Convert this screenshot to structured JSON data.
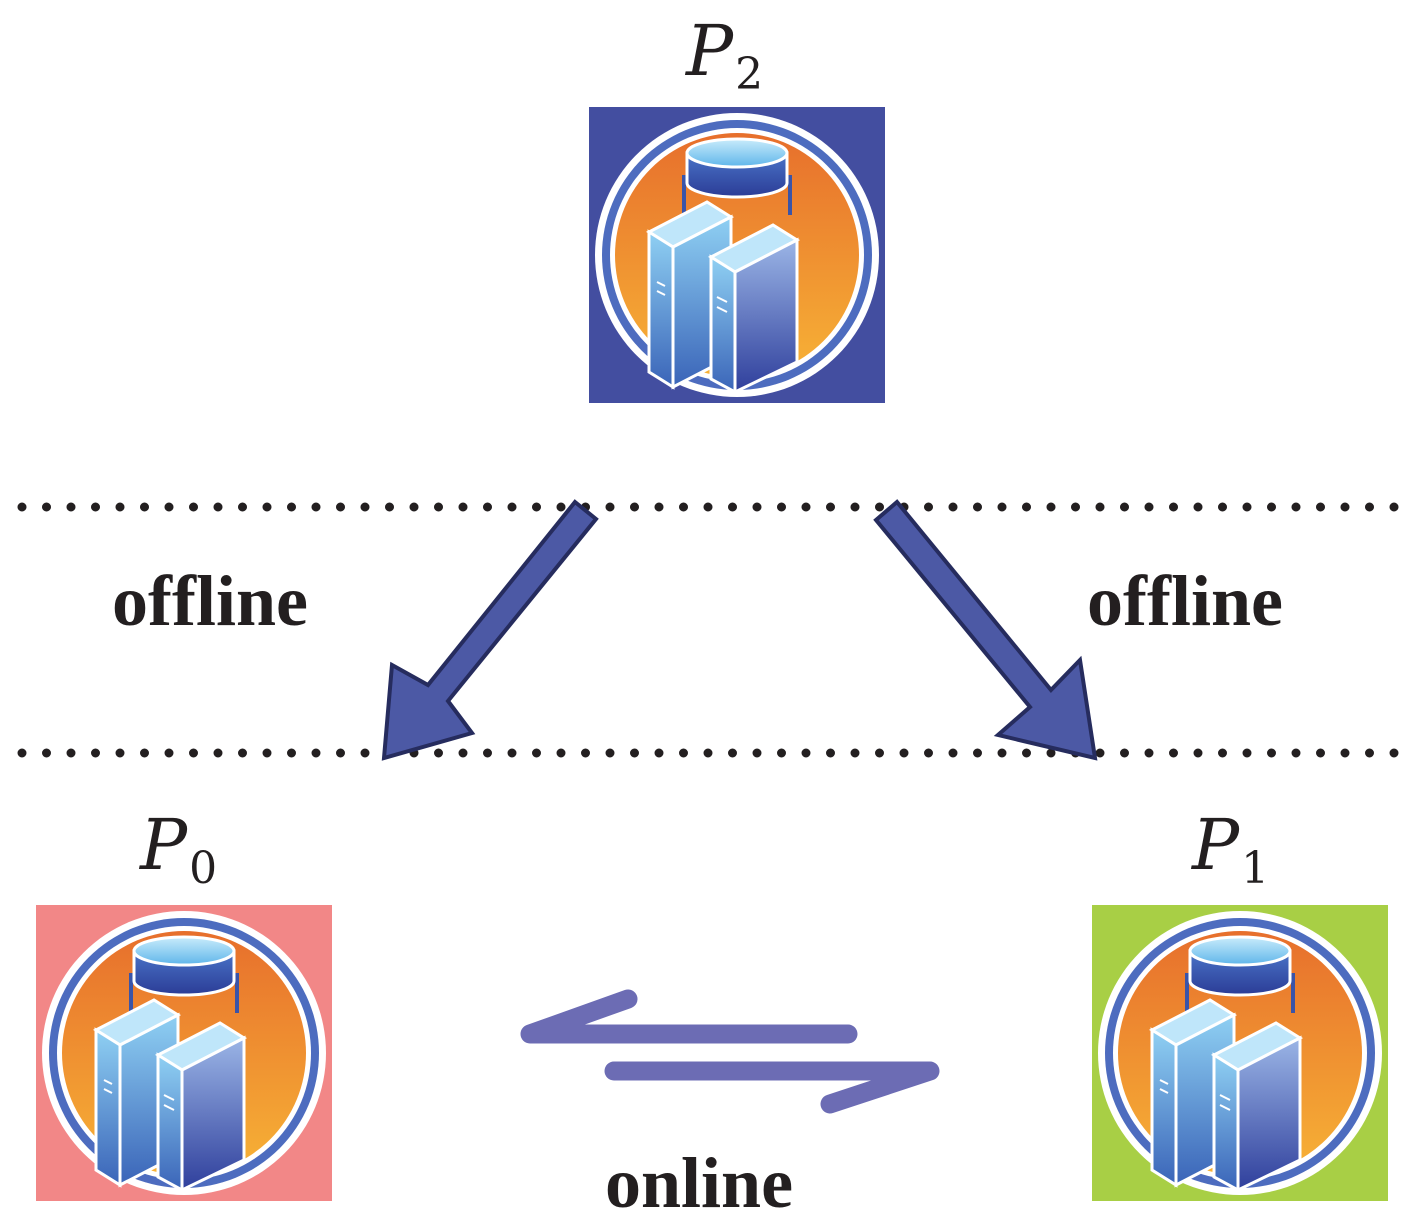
{
  "parties": [
    {
      "id": "p2",
      "letter": "P",
      "sub": "2",
      "tile_color": "#434ea0"
    },
    {
      "id": "p0",
      "letter": "P",
      "sub": "0",
      "tile_color": "#f28787"
    },
    {
      "id": "p1",
      "letter": "P",
      "sub": "1",
      "tile_color": "#a8cf45"
    }
  ],
  "phases": {
    "offline_left": "offline",
    "offline_right": "offline",
    "online": "online"
  },
  "colors": {
    "arrow_fill": "#4c59a5",
    "arrow_stroke": "#262c5e",
    "exchange_arrow": "#6c6cb4",
    "dots": "#231f20",
    "text": "#231f20"
  }
}
